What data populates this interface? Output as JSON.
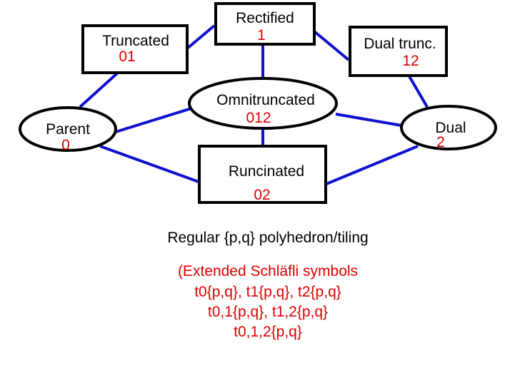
{
  "nodes": {
    "rectified": {
      "label": "Rectified",
      "index": "1"
    },
    "truncated": {
      "label": "Truncated",
      "index": "01"
    },
    "dual_trunc": {
      "label": "Dual trunc.",
      "index": "12"
    },
    "omnitruncated": {
      "label": "Omnitruncated",
      "index": "012"
    },
    "parent": {
      "label": "Parent",
      "index": "0"
    },
    "dual": {
      "label": "Dual",
      "index": "2"
    },
    "runcinated": {
      "label": "Runcinated",
      "index": "02"
    }
  },
  "caption": {
    "title": "Regular {p,q} polyhedron/tiling",
    "lines": [
      "(Extended Schläfli symbols",
      "t0{p,q}, t1{p,q}, t2{p,q}",
      "t0,1{p,q}, t1,2{p,q}",
      "t0,1,2{p,q}"
    ]
  },
  "colors": {
    "edge": "#1010d0",
    "index": "#e00000"
  }
}
